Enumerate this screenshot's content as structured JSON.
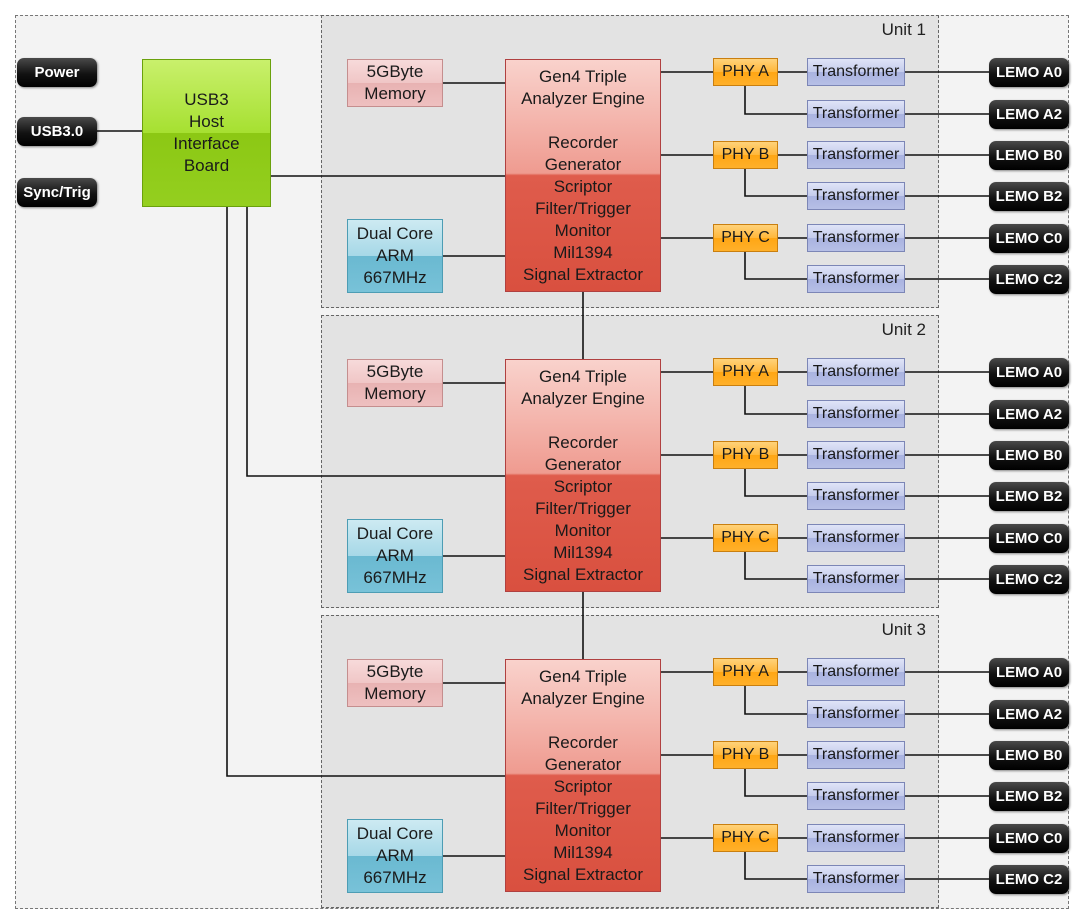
{
  "left_connectors": [
    "Power",
    "USB3.0",
    "Sync/Trig"
  ],
  "usb_board": [
    "USB3",
    "Host",
    "Interface",
    "Board"
  ],
  "units": [
    {
      "label": "Unit 1"
    },
    {
      "label": "Unit 2"
    },
    {
      "label": "Unit 3"
    }
  ],
  "memory": [
    "5GByte",
    "Memory"
  ],
  "arm": [
    "Dual Core",
    "ARM",
    "667MHz"
  ],
  "engine": {
    "top": [
      "Gen4 Triple",
      "Analyzer Engine"
    ],
    "bottom": [
      "Recorder",
      "Generator",
      "Scriptor",
      "Filter/Trigger",
      "Monitor",
      "Mil1394",
      "Signal Extractor"
    ]
  },
  "phys": [
    "PHY A",
    "PHY B",
    "PHY C"
  ],
  "transformer": "Transformer",
  "lemos": [
    "LEMO A0",
    "LEMO A2",
    "LEMO B0",
    "LEMO B2",
    "LEMO C0",
    "LEMO C2"
  ],
  "colors": {
    "usb_board": "#a6e031",
    "memory": "#f0c6c6",
    "arm": "#78c2d8",
    "engine_top": "#ef9b90",
    "engine_bottom": "#d9503f",
    "phy": "#ffb02a",
    "transformer": "#b6bfe6",
    "connector": "#000000"
  }
}
